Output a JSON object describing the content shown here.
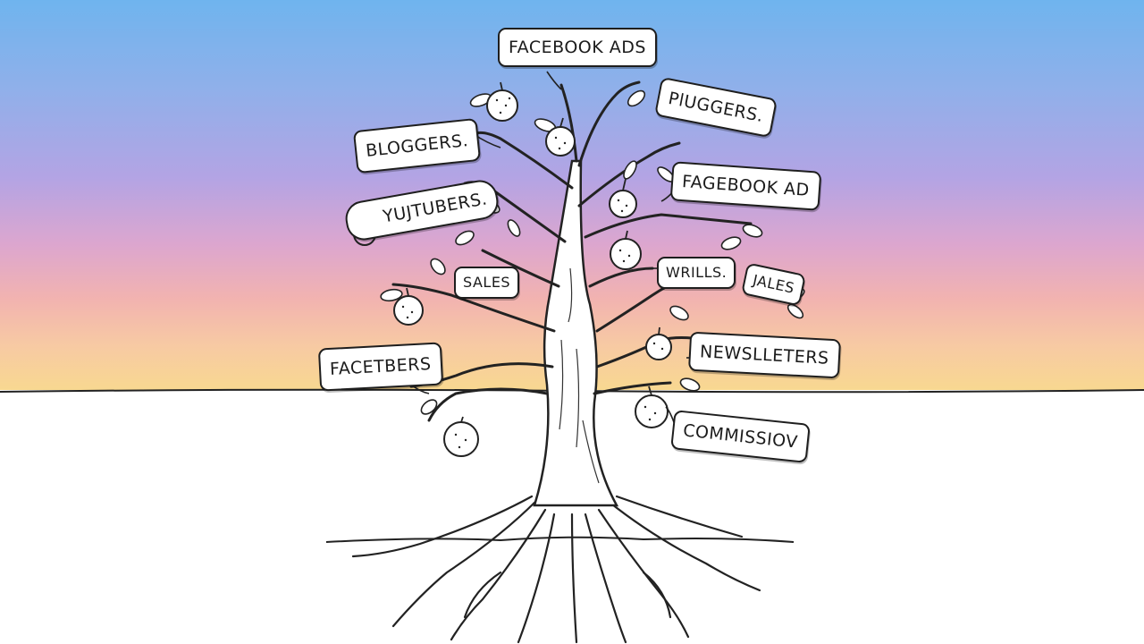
{
  "scene": {
    "colors": {
      "sky_top": "#6fb4ee",
      "sky_mid": "#b3a4e4",
      "sky_low": "#f2b3b0",
      "horizon": "#f8d98f",
      "ground": "#ffffff",
      "ink": "#1e1e1e"
    }
  },
  "labels": {
    "facebook_ads": "FACEBOOK ADS",
    "pluggers": "PlUGGERS.",
    "bloggers": "BLOGGERS.",
    "fagebook_ad": "FAGEBOOK AD",
    "youtubers": "YUJTUBERS.",
    "sales": "SALES",
    "wrills": "WRILLS.",
    "jales": "JALES",
    "facetbers": "FACETBERS",
    "newsletters": "NEWSLLETERS",
    "commission": "COMMISSIOV"
  }
}
